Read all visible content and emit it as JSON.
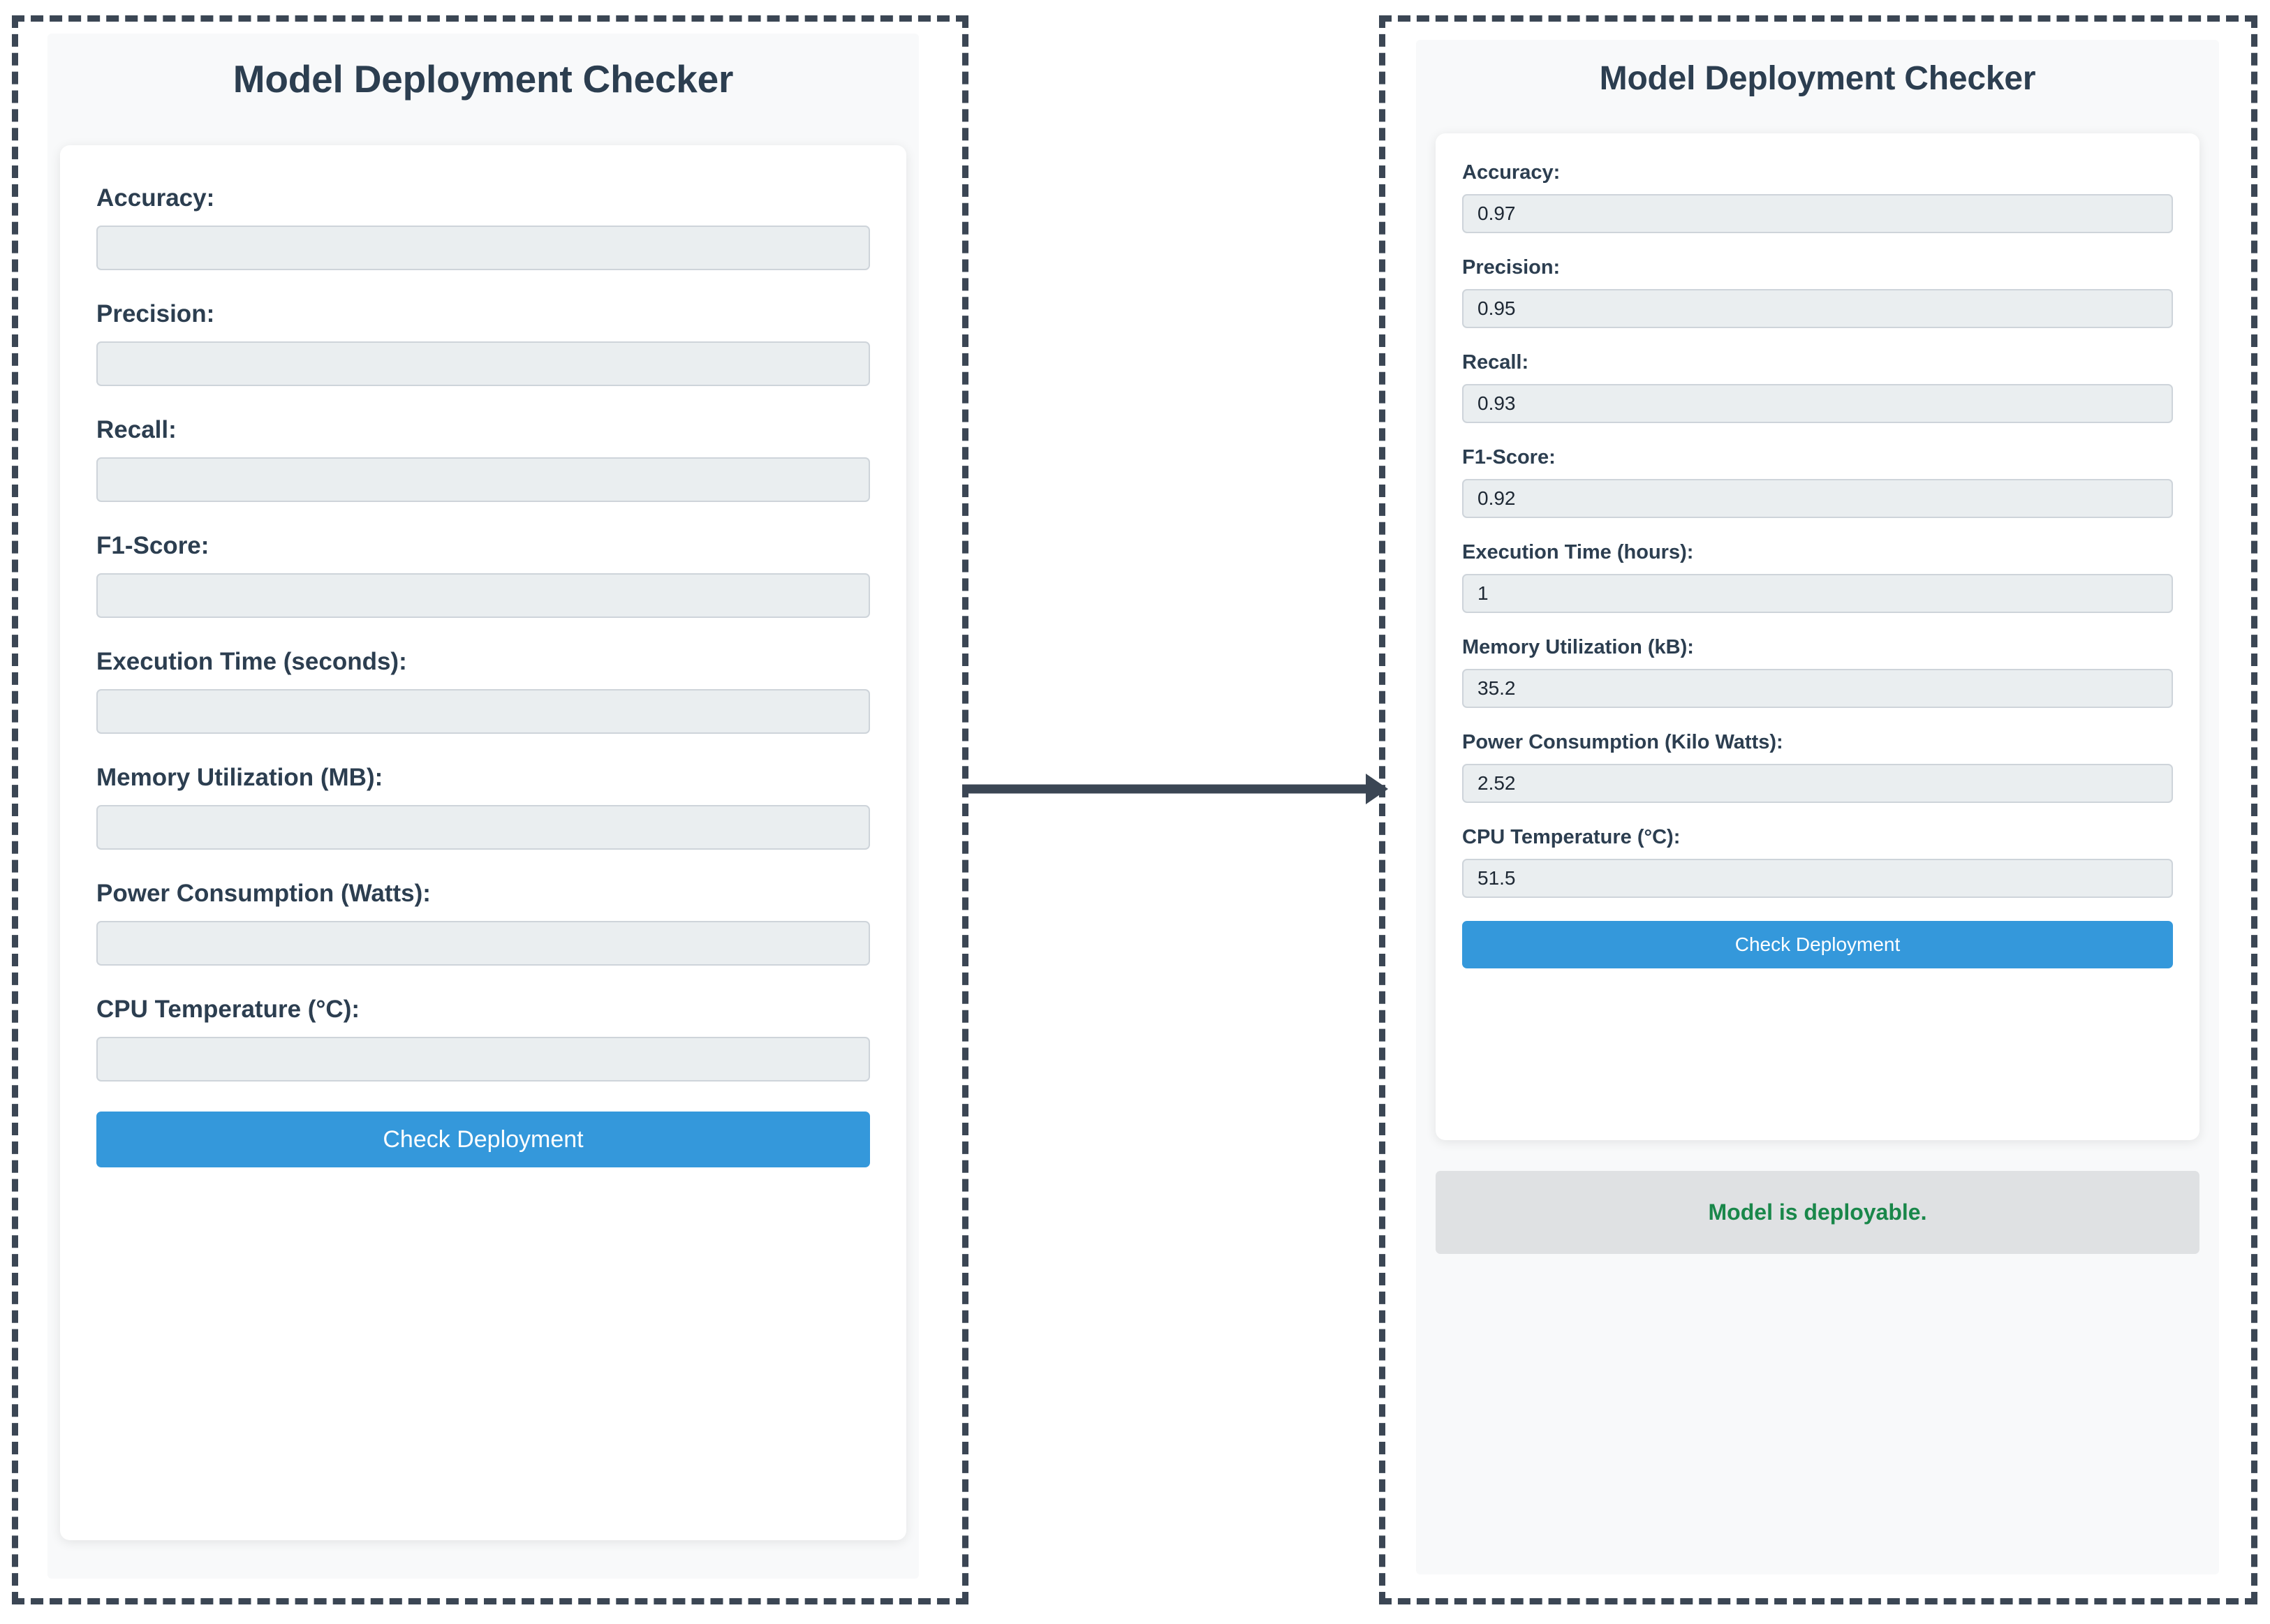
{
  "left_panel": {
    "title": "Model Deployment Checker",
    "fields": [
      {
        "label": "Accuracy:",
        "value": ""
      },
      {
        "label": "Precision:",
        "value": ""
      },
      {
        "label": "Recall:",
        "value": ""
      },
      {
        "label": "F1-Score:",
        "value": ""
      },
      {
        "label": "Execution Time (seconds):",
        "value": ""
      },
      {
        "label": "Memory Utilization (MB):",
        "value": ""
      },
      {
        "label": "Power Consumption (Watts):",
        "value": ""
      },
      {
        "label": "CPU Temperature (°C):",
        "value": ""
      }
    ],
    "submit_label": "Check Deployment"
  },
  "right_panel": {
    "title": "Model Deployment Checker",
    "fields": [
      {
        "label": "Accuracy:",
        "value": "0.97"
      },
      {
        "label": "Precision:",
        "value": "0.95"
      },
      {
        "label": "Recall:",
        "value": "0.93"
      },
      {
        "label": "F1-Score:",
        "value": "0.92"
      },
      {
        "label": "Execution Time (hours):",
        "value": "1"
      },
      {
        "label": "Memory Utilization (kB):",
        "value": "35.2"
      },
      {
        "label": "Power Consumption (Kilo Watts):",
        "value": "2.52"
      },
      {
        "label": "CPU Temperature (°C):",
        "value": "51.5"
      }
    ],
    "submit_label": "Check Deployment",
    "result_message": "Model is deployable."
  },
  "connector": {
    "icon": "arrow-right-icon"
  },
  "colors": {
    "frame_border": "#3b4654",
    "title_text": "#2c3e50",
    "button_bg": "#3498db",
    "button_text": "#ffffff",
    "input_bg": "#eaeef0",
    "input_border": "#ced4da",
    "banner_bg": "#dfe1e3",
    "success_text": "#19874a",
    "shell_bg": "#f8f9fa",
    "card_bg": "#ffffff"
  }
}
